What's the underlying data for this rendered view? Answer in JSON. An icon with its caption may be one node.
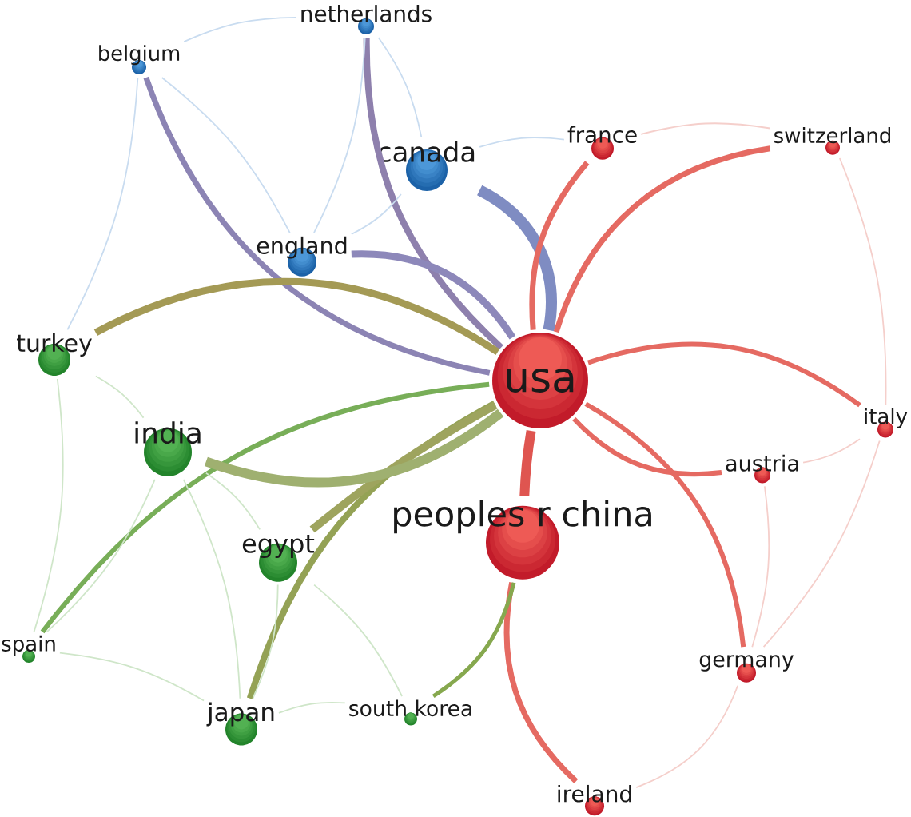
{
  "diagram": {
    "nodes": [
      {
        "text": [
          "netherlands"
        ]
      },
      {
        "text": [
          "belgium"
        ]
      },
      {
        "text": [
          "france"
        ]
      },
      {
        "text": [
          "switzerland"
        ]
      },
      {
        "text": [
          "canada"
        ]
      },
      {
        "text": [
          "england"
        ]
      },
      {
        "text": [
          "turkey"
        ]
      },
      {
        "text": [
          "usa"
        ]
      },
      {
        "text": [
          "italy"
        ]
      },
      {
        "text": [
          "india"
        ]
      },
      {
        "text": [
          "austria"
        ]
      },
      {
        "text": [
          "peoples r china"
        ]
      },
      {
        "text": [
          "egypt"
        ]
      },
      {
        "text": [
          "spain"
        ]
      },
      {
        "text": [
          "germany"
        ]
      },
      {
        "text": [
          "japan"
        ]
      },
      {
        "text": [
          "south korea"
        ]
      },
      {
        "text": [
          "ireland"
        ]
      }
    ],
    "edges": [
      {
        "from": 7,
        "to": 11,
        "arrow": "none",
        "style": "thick",
        "color": "#df5550"
      },
      {
        "from": 7,
        "to": 4,
        "arrow": "none",
        "style": "thick",
        "color": "#7f8cc2"
      },
      {
        "from": 7,
        "to": 0,
        "arrow": "none",
        "style": "thick",
        "color": "#8e80ad"
      },
      {
        "from": 7,
        "to": 1,
        "arrow": "none",
        "style": "thick",
        "color": "#8c84b4"
      },
      {
        "from": 7,
        "to": 5,
        "arrow": "none",
        "style": "thick",
        "color": "#8d88ba"
      },
      {
        "from": 7,
        "to": 2,
        "arrow": "none",
        "style": "thick",
        "color": "#e56a62"
      },
      {
        "from": 7,
        "to": 3,
        "arrow": "none",
        "style": "thick",
        "color": "#e56a62"
      },
      {
        "from": 7,
        "to": 8,
        "arrow": "none",
        "style": "thick",
        "color": "#e56a62"
      },
      {
        "from": 7,
        "to": 10,
        "arrow": "none",
        "style": "thick",
        "color": "#e56a62"
      },
      {
        "from": 7,
        "to": 14,
        "arrow": "none",
        "style": "thick",
        "color": "#e56a62"
      },
      {
        "from": 11,
        "to": 17,
        "arrow": "none",
        "style": "thick",
        "color": "#e56a62"
      },
      {
        "from": 11,
        "to": 16,
        "arrow": "none",
        "style": "thick",
        "color": "#86a84e"
      },
      {
        "from": 7,
        "to": 15,
        "arrow": "none",
        "style": "thick",
        "color": "#94a255"
      },
      {
        "from": 7,
        "to": 13,
        "arrow": "none",
        "style": "thick",
        "color": "#78ae58"
      },
      {
        "from": 7,
        "to": 12,
        "arrow": "none",
        "style": "thick",
        "color": "#9ea45e"
      },
      {
        "from": 7,
        "to": 9,
        "arrow": "none",
        "style": "thick",
        "color": "#9fb070"
      },
      {
        "from": 7,
        "to": 6,
        "arrow": "none",
        "style": "thick",
        "color": "#a49a55"
      },
      {
        "from": 0,
        "to": 4,
        "arrow": "none",
        "color": "#c9dcf0"
      },
      {
        "from": 1,
        "to": 0,
        "arrow": "none",
        "color": "#c9dcf0"
      },
      {
        "from": 1,
        "to": 5,
        "arrow": "none",
        "color": "#c9dcf0"
      },
      {
        "from": 4,
        "to": 5,
        "arrow": "none",
        "color": "#c9dcf0"
      },
      {
        "from": 0,
        "to": 5,
        "arrow": "none",
        "color": "#c9dcf0"
      },
      {
        "from": 6,
        "to": 9,
        "arrow": "none",
        "color": "#cfe6c9"
      },
      {
        "from": 6,
        "to": 13,
        "arrow": "none",
        "color": "#cfe6c9"
      },
      {
        "from": 9,
        "to": 12,
        "arrow": "none",
        "color": "#cfe6c9"
      },
      {
        "from": 9,
        "to": 13,
        "arrow": "none",
        "color": "#cfe6c9"
      },
      {
        "from": 12,
        "to": 15,
        "arrow": "none",
        "color": "#cfe6c9"
      },
      {
        "from": 13,
        "to": 15,
        "arrow": "none",
        "color": "#cfe6c9"
      },
      {
        "from": 15,
        "to": 16,
        "arrow": "none",
        "color": "#cfe6c9"
      },
      {
        "from": 12,
        "to": 16,
        "arrow": "none",
        "color": "#cfe6c9"
      },
      {
        "from": 2,
        "to": 3,
        "arrow": "none",
        "color": "#f5cfcb"
      },
      {
        "from": 3,
        "to": 8,
        "arrow": "none",
        "color": "#f5cfcb"
      },
      {
        "from": 8,
        "to": 10,
        "arrow": "none",
        "color": "#f5cfcb"
      },
      {
        "from": 10,
        "to": 14,
        "arrow": "none",
        "color": "#f5cfcb"
      },
      {
        "from": 14,
        "to": 17,
        "arrow": "none",
        "color": "#f5cfcb"
      },
      {
        "from": 8,
        "to": 14,
        "arrow": "none",
        "color": "#f5cfcb"
      },
      {
        "from": 1,
        "to": 6,
        "arrow": "none",
        "color": "#c9dcf0"
      },
      {
        "from": 9,
        "to": 15,
        "arrow": "none",
        "color": "#cfe6c9"
      },
      {
        "from": 4,
        "to": 2,
        "arrow": "none",
        "color": "#c9dcf0"
      }
    ]
  }
}
